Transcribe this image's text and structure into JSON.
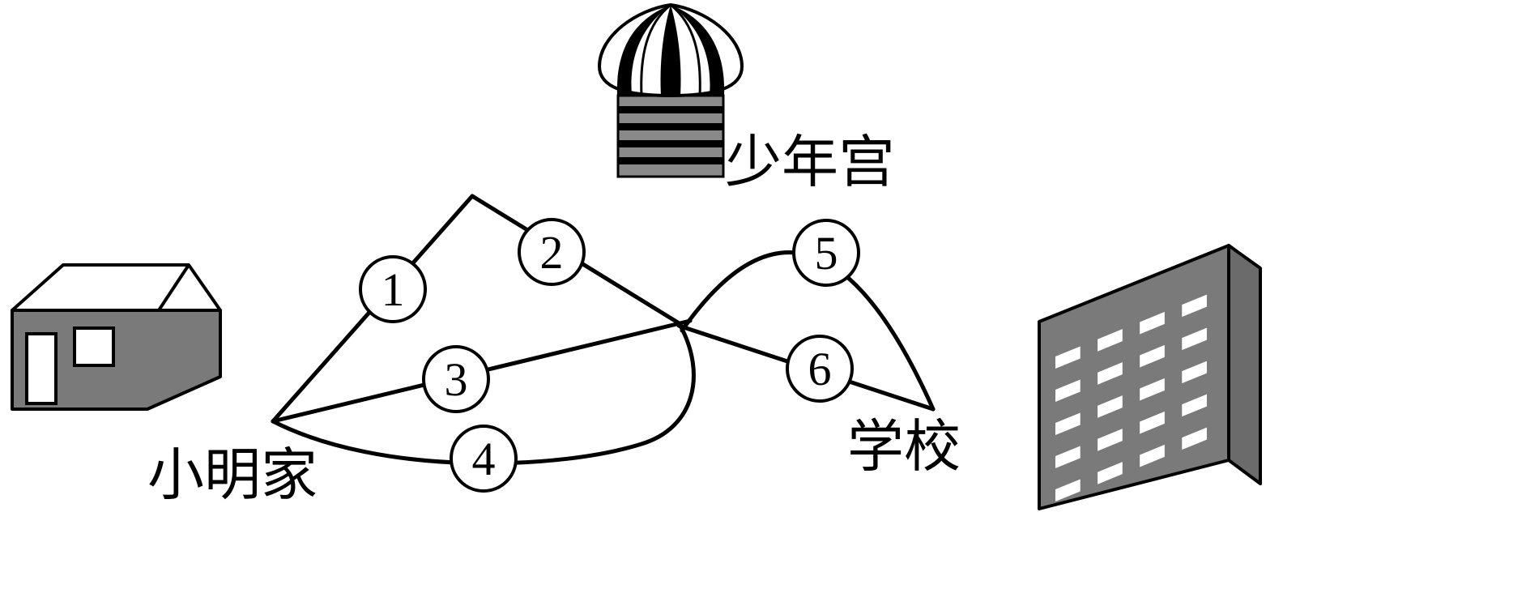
{
  "scene": {
    "home_label": "小明家",
    "palace_label": "少年宫",
    "school_label": "学校",
    "path_labels": [
      "1",
      "2",
      "3",
      "4",
      "5",
      "6"
    ],
    "colors": {
      "building_fill": "#7a7a7a",
      "building_side_fill": "#6b6b6b",
      "line_color": "#000000",
      "background": "#ffffff"
    }
  }
}
